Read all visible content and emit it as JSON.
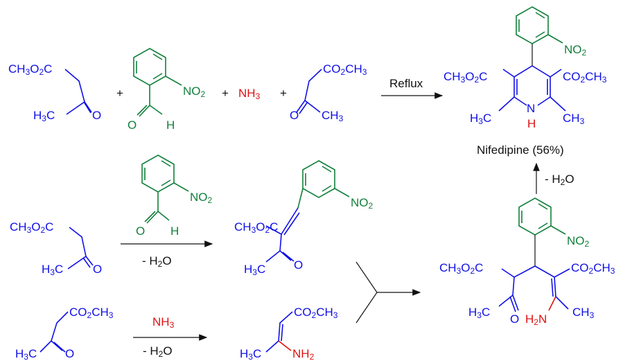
{
  "colors": {
    "ester": "#1010e6",
    "aldehyde": "#12803c",
    "ammonia": "#e01010",
    "text": "#111111"
  },
  "labels": {
    "ch3o2c": "CH3O2C",
    "co2ch3": "CO2CH3",
    "h3c": "H3C",
    "ch3": "CH3",
    "o": "O",
    "h": "H",
    "no2": "NO2",
    "nh3": "NH3",
    "nh2": "NH2",
    "h2n": "H2N",
    "plus": "+"
  },
  "reaction_top": {
    "condition": "Reflux"
  },
  "product": {
    "name": "Nifedipine (56%)"
  },
  "reaction_mid": {
    "condition": "- H2O"
  },
  "reaction_low": {
    "reagent": "NH3",
    "condition": "- H2O"
  },
  "final_step": {
    "condition": "- H2O"
  }
}
